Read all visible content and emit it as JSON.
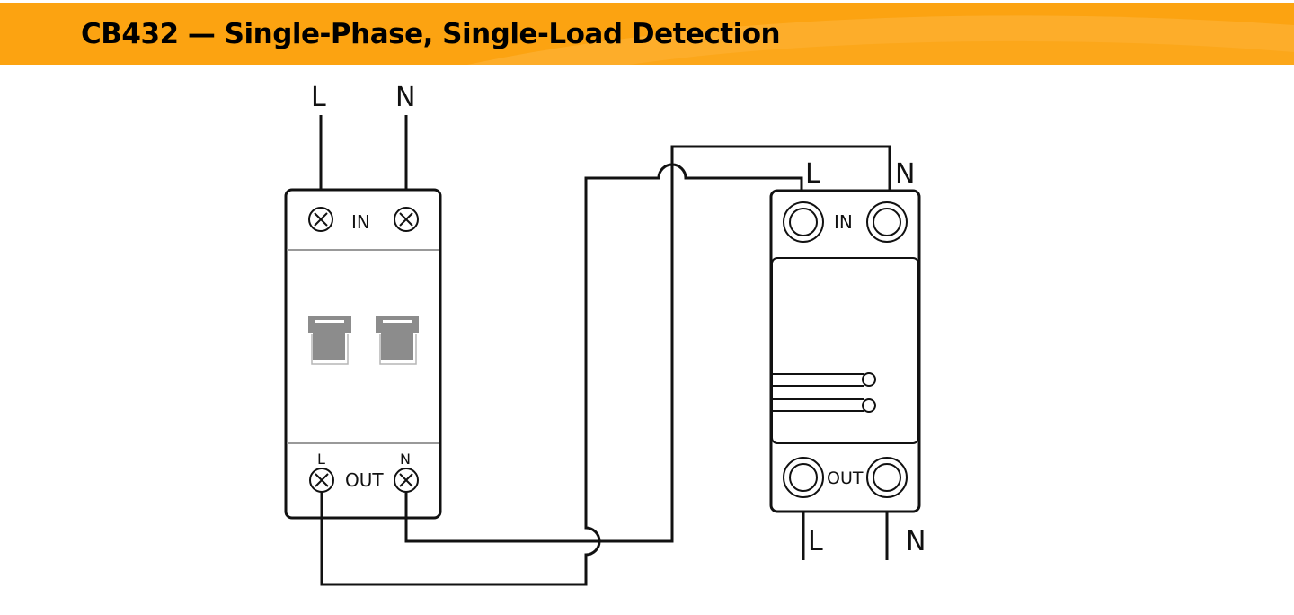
{
  "header": {
    "title": "CB432 — Single-Phase, Single-Load Detection",
    "background_color": "#fca311",
    "highlight_color": "#fdb740"
  },
  "supply": {
    "line_label": "L",
    "neutral_label": "N"
  },
  "breaker": {
    "in_label": "IN",
    "out_label": "OUT",
    "out_line_label": "L",
    "out_neutral_label": "N",
    "toggle_color": "#8c8c8c"
  },
  "monitor": {
    "in_label": "IN",
    "out_label": "OUT",
    "in_line_label": "L",
    "in_neutral_label": "N",
    "out_line_label": "L",
    "out_neutral_label": "N"
  },
  "wire_color": "#111111"
}
